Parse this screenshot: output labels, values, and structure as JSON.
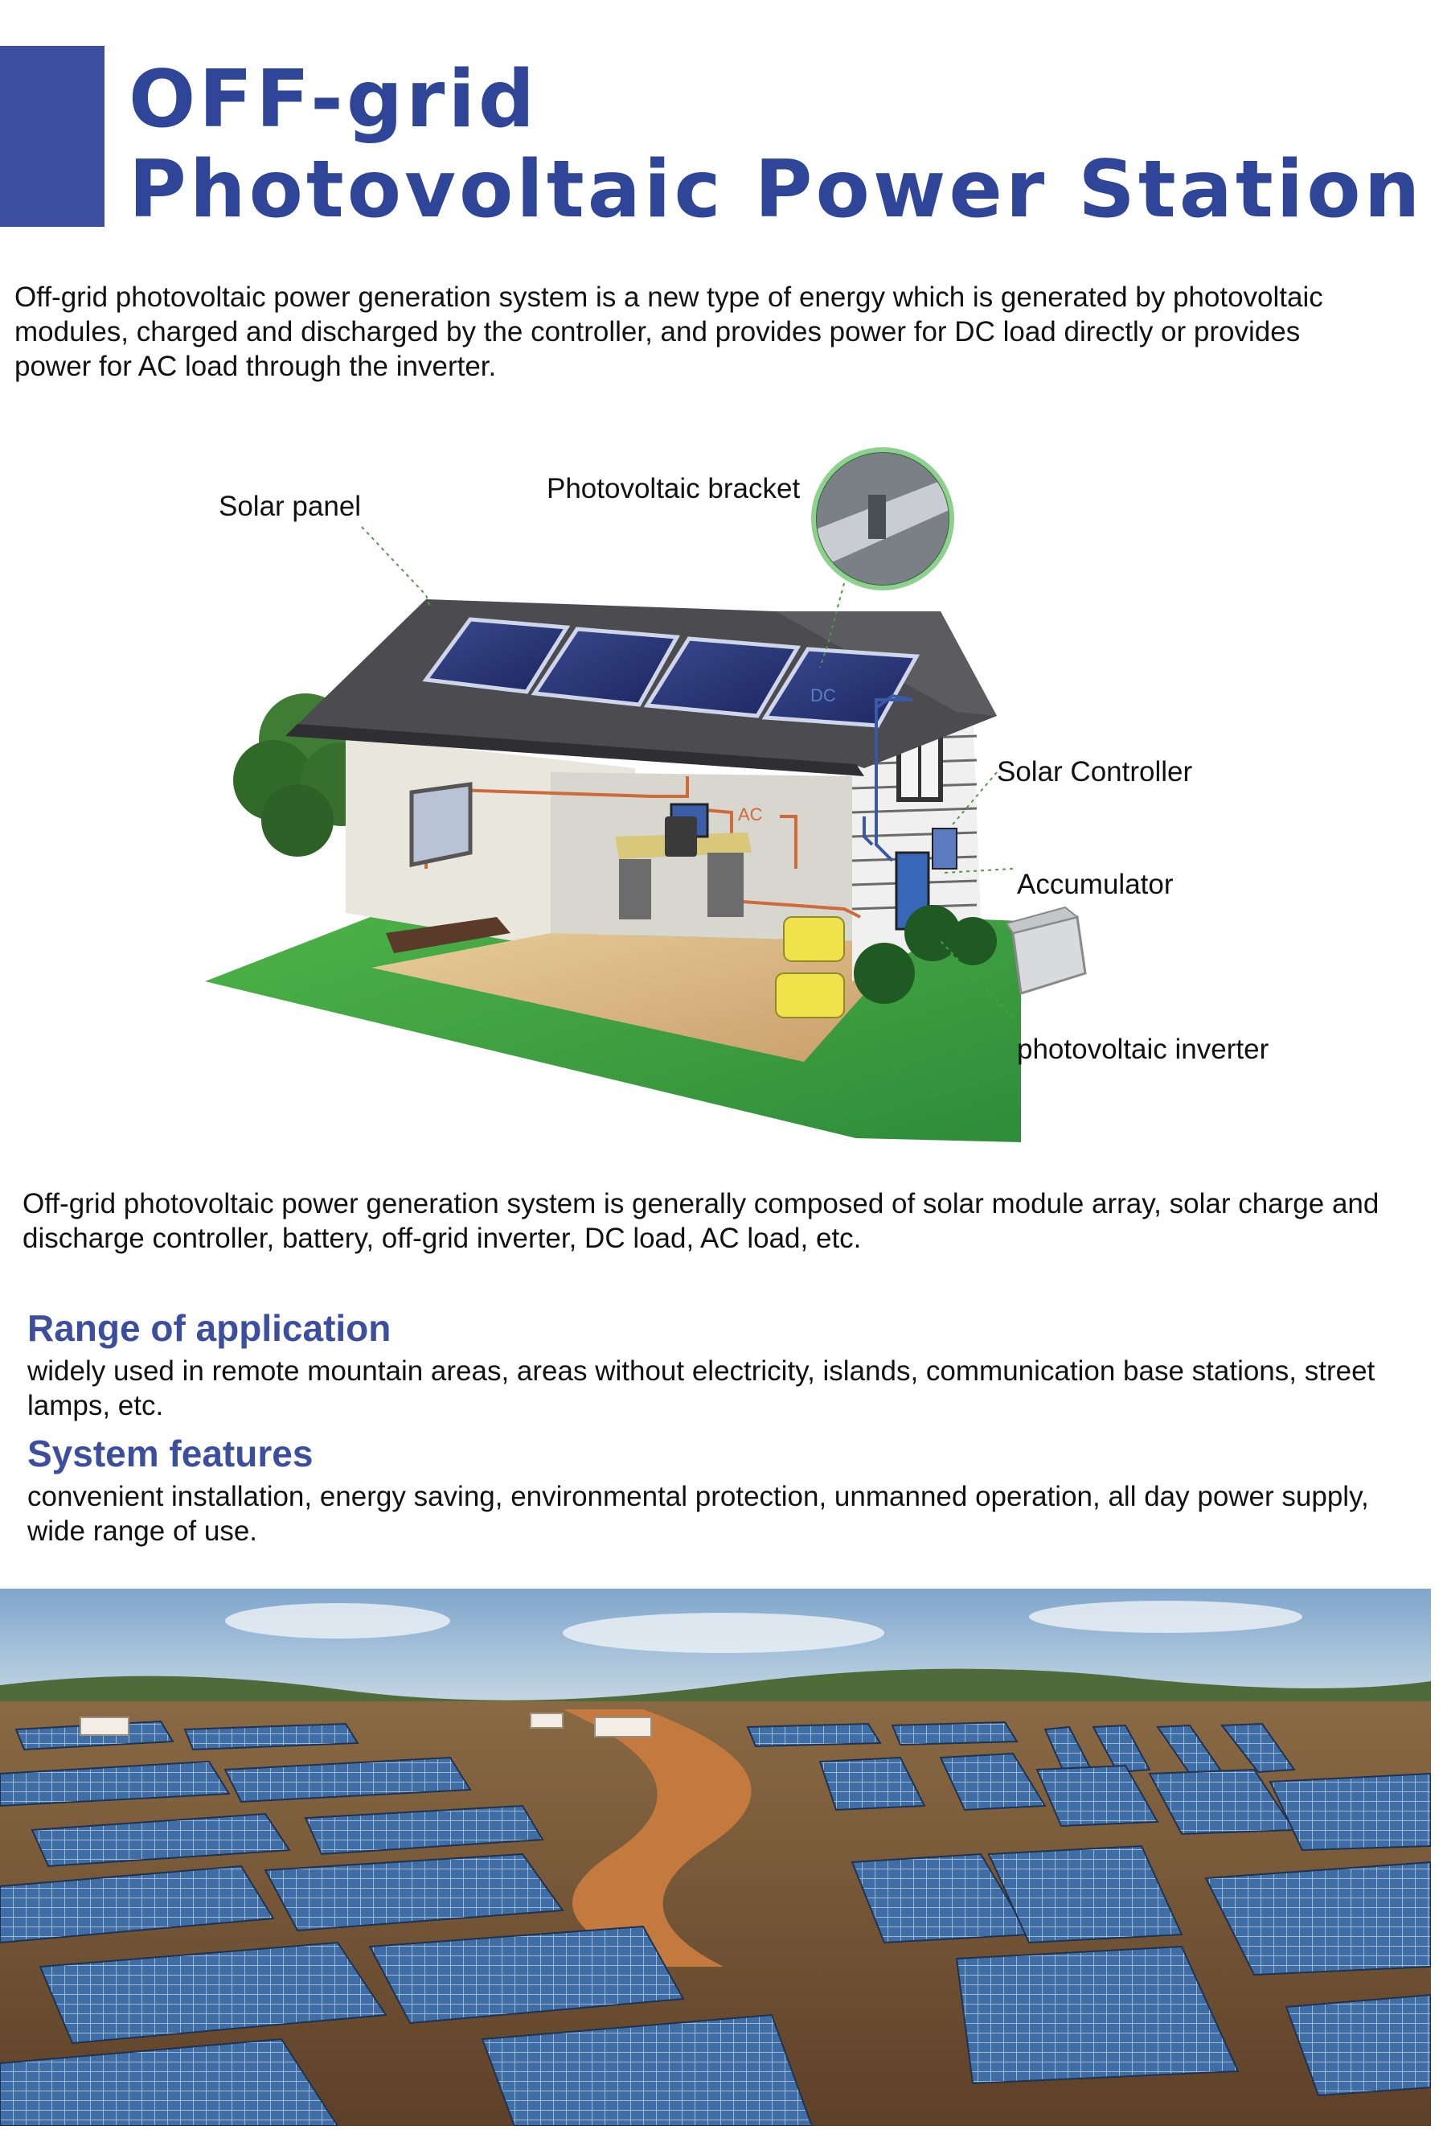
{
  "title": {
    "line1": "OFF-grid",
    "line2": "Photovoltaic Power Station"
  },
  "intro": "Off-grid photovoltaic power generation system is a new type of energy which is generated by photovoltaic modules, charged and discharged by the controller, and provides power for DC load directly or provides power for AC load through the inverter.",
  "diagram": {
    "callouts": {
      "solar_panel": "Solar panel",
      "bracket": "Photovoltaic bracket",
      "controller": "Solar Controller",
      "accumulator": "Accumulator",
      "inverter": "photovoltaic inverter"
    },
    "wire_labels": {
      "dc": "DC",
      "ac": "AC"
    }
  },
  "composition": "Off-grid photovoltaic power generation system is generally composed of solar module array, solar charge and discharge controller, battery, off-grid inverter, DC load, AC load, etc.",
  "sections": {
    "range": {
      "title": "Range of application",
      "body": "widely used in remote mountain areas, areas without electricity, islands, communication base stations, street lamps, etc."
    },
    "features": {
      "title": "System features",
      "body": "convenient installation, energy saving, environmental protection, unmanned operation, all day power supply, wide range of use."
    }
  },
  "colors": {
    "accent": "#3b4f9e",
    "title": "#2e4598"
  }
}
